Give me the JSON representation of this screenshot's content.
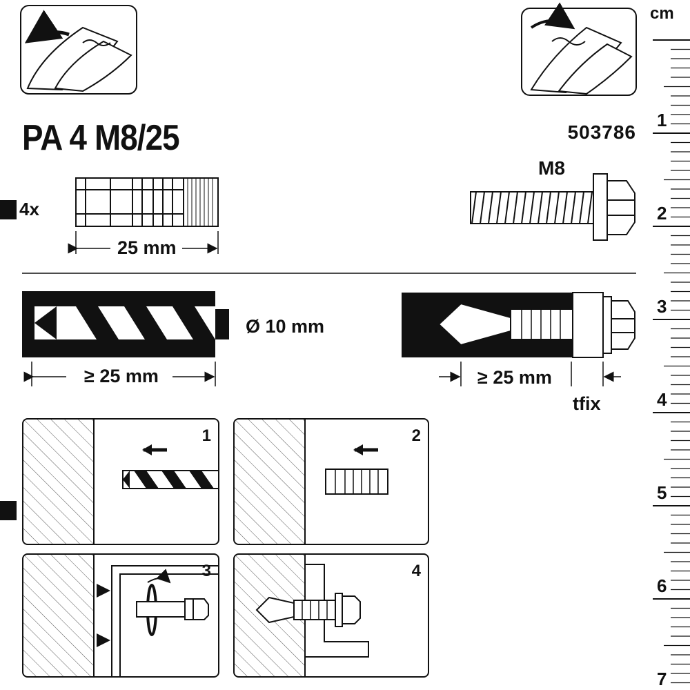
{
  "header": {
    "title": "PA 4 M8/25",
    "article_number": "503786"
  },
  "ruler": {
    "unit": "cm",
    "numbers": [
      "1",
      "2",
      "3",
      "4",
      "5",
      "6",
      "7"
    ]
  },
  "contents": {
    "quantity": "4x",
    "anchor_length": "25 mm",
    "screw_size": "M8"
  },
  "drilling": {
    "diameter": "Ø 10 mm",
    "min_depth": "≥ 25 mm"
  },
  "installed": {
    "min_depth": "≥ 25 mm",
    "fixture_thickness": "tfix"
  },
  "steps": [
    "1",
    "2",
    "3",
    "4"
  ],
  "icons": {
    "open_top_left": "open-pack-icon",
    "reseal_top_right": "reseal-pack-icon"
  },
  "colors": {
    "ink": "#111111",
    "paper": "#ffffff"
  }
}
